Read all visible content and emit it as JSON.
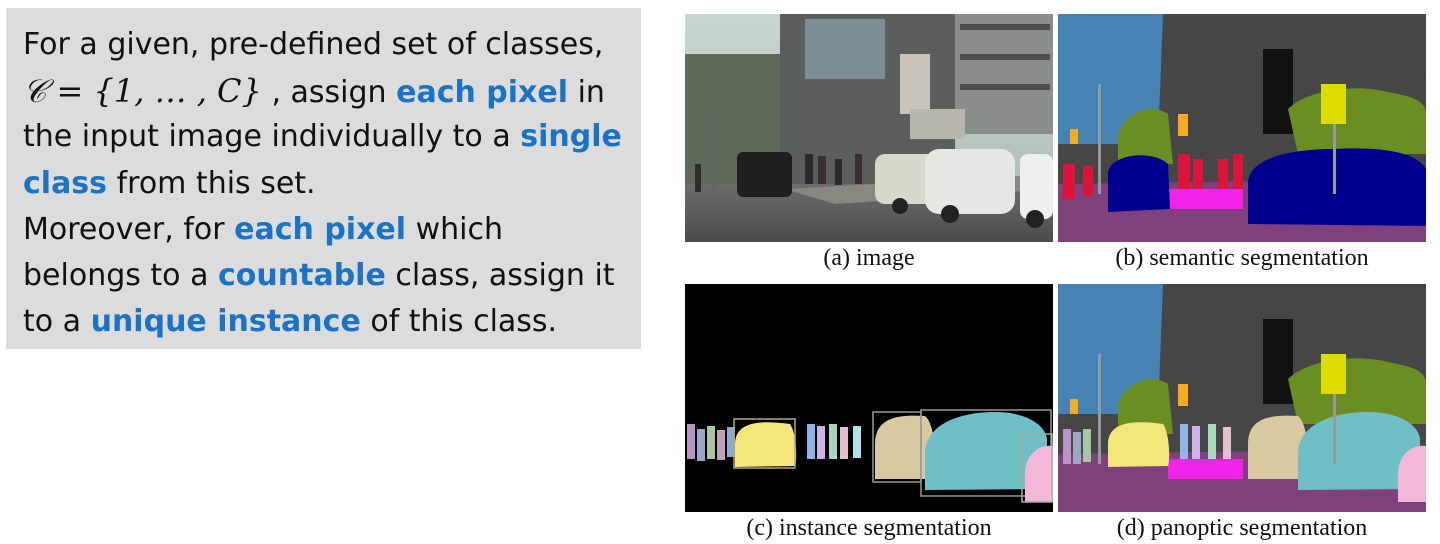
{
  "definition": {
    "line1": "For a given, pre-defined set of classes,",
    "math_set": "𝒞 = {1, … , C}",
    "line2_rest": ", assign",
    "hl_each_pixel_1": "each pixel",
    "line2_end": "in",
    "line3_start": "the input image individually to a",
    "hl_single": "single",
    "hl_class": "class",
    "line4_rest": "from this set.",
    "line5_start": "Moreover, for",
    "hl_each_pixel_2": "each pixel",
    "line5_end": "which",
    "line6_start": "belongs to a",
    "hl_countable": "countable",
    "line6_end": "class, assign it",
    "line7_start": "to a",
    "hl_unique_instance": "unique instance",
    "line7_end": "of this class."
  },
  "panels": [
    {
      "id": "a",
      "caption": "(a) image"
    },
    {
      "id": "b",
      "caption": "(b) semantic segmentation"
    },
    {
      "id": "c",
      "caption": "(c) instance segmentation"
    },
    {
      "id": "d",
      "caption": "(d) panoptic segmentation"
    }
  ],
  "colors": {
    "highlight": "#1a73c4",
    "box_background": "#dcdcdc",
    "sky": "#4682b4",
    "building": "#464646",
    "road": "#80407e",
    "vegetation": "#6b8e23",
    "car": "#00008e",
    "person": "#dc143c",
    "sidewalk": "#f423e8",
    "traffic_sign": "#dcdc00",
    "traffic_light": "#faaa1e",
    "pole": "#999999"
  }
}
